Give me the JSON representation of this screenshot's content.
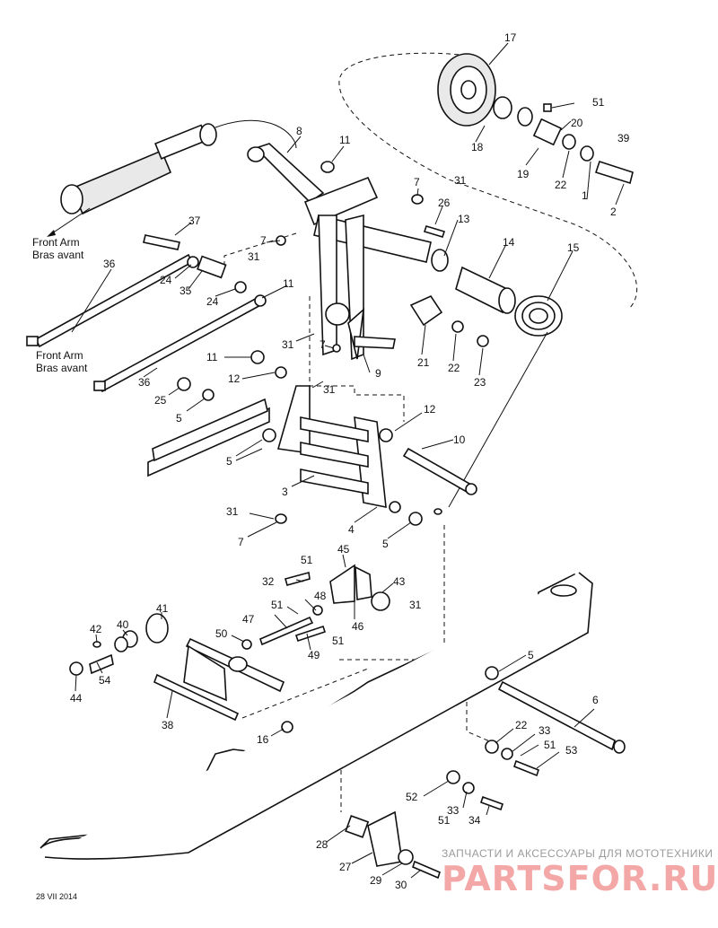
{
  "diagram": {
    "callouts": [
      "1",
      "2",
      "3",
      "4",
      "5",
      "6",
      "7",
      "8",
      "9",
      "10",
      "11",
      "12",
      "13",
      "14",
      "15",
      "16",
      "17",
      "18",
      "19",
      "20",
      "21",
      "22",
      "23",
      "24",
      "25",
      "26",
      "27",
      "28",
      "29",
      "30",
      "31",
      "32",
      "33",
      "34",
      "35",
      "36",
      "37",
      "38",
      "39",
      "40",
      "41",
      "42",
      "43",
      "44",
      "45",
      "46",
      "47",
      "48",
      "49",
      "50",
      "51",
      "52",
      "53",
      "54"
    ],
    "front_arm_label_1": "Front Arm",
    "front_arm_label_2": "Bras avant",
    "front_arm_label_3": "Front Arm",
    "front_arm_label_4": "Bras avant",
    "drawing_code": "28 VII 2014"
  },
  "watermark": {
    "subtitle": "ЗАПЧАСТИ И АКСЕССУАРЫ ДЛЯ МОТОТЕХНИКИ",
    "brand": "PARTSFOR.RU",
    "brand_color": "#f3a7a7"
  }
}
